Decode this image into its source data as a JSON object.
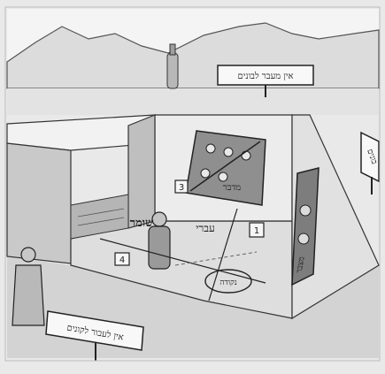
{
  "signs": {
    "top_center": "אין מעבר לבונים",
    "bottom_left": "אין לעבור לקונים",
    "right_wall": "בונים"
  },
  "room_labels": {
    "center_figure": "שומר",
    "floor_ivri": "עברי",
    "floor_circle": "נקודה",
    "wall_board_top": "מדבר",
    "right_wall_screen": "מצבר"
  },
  "floor_markers": {
    "left": "4",
    "center": "3",
    "right": "1"
  },
  "colors": {
    "floor": "#d9d9d9",
    "wall_light": "#ececec",
    "wall_dark": "#bdbdbd",
    "sky": "#f3f3f3",
    "outline": "#2a2a2a"
  }
}
